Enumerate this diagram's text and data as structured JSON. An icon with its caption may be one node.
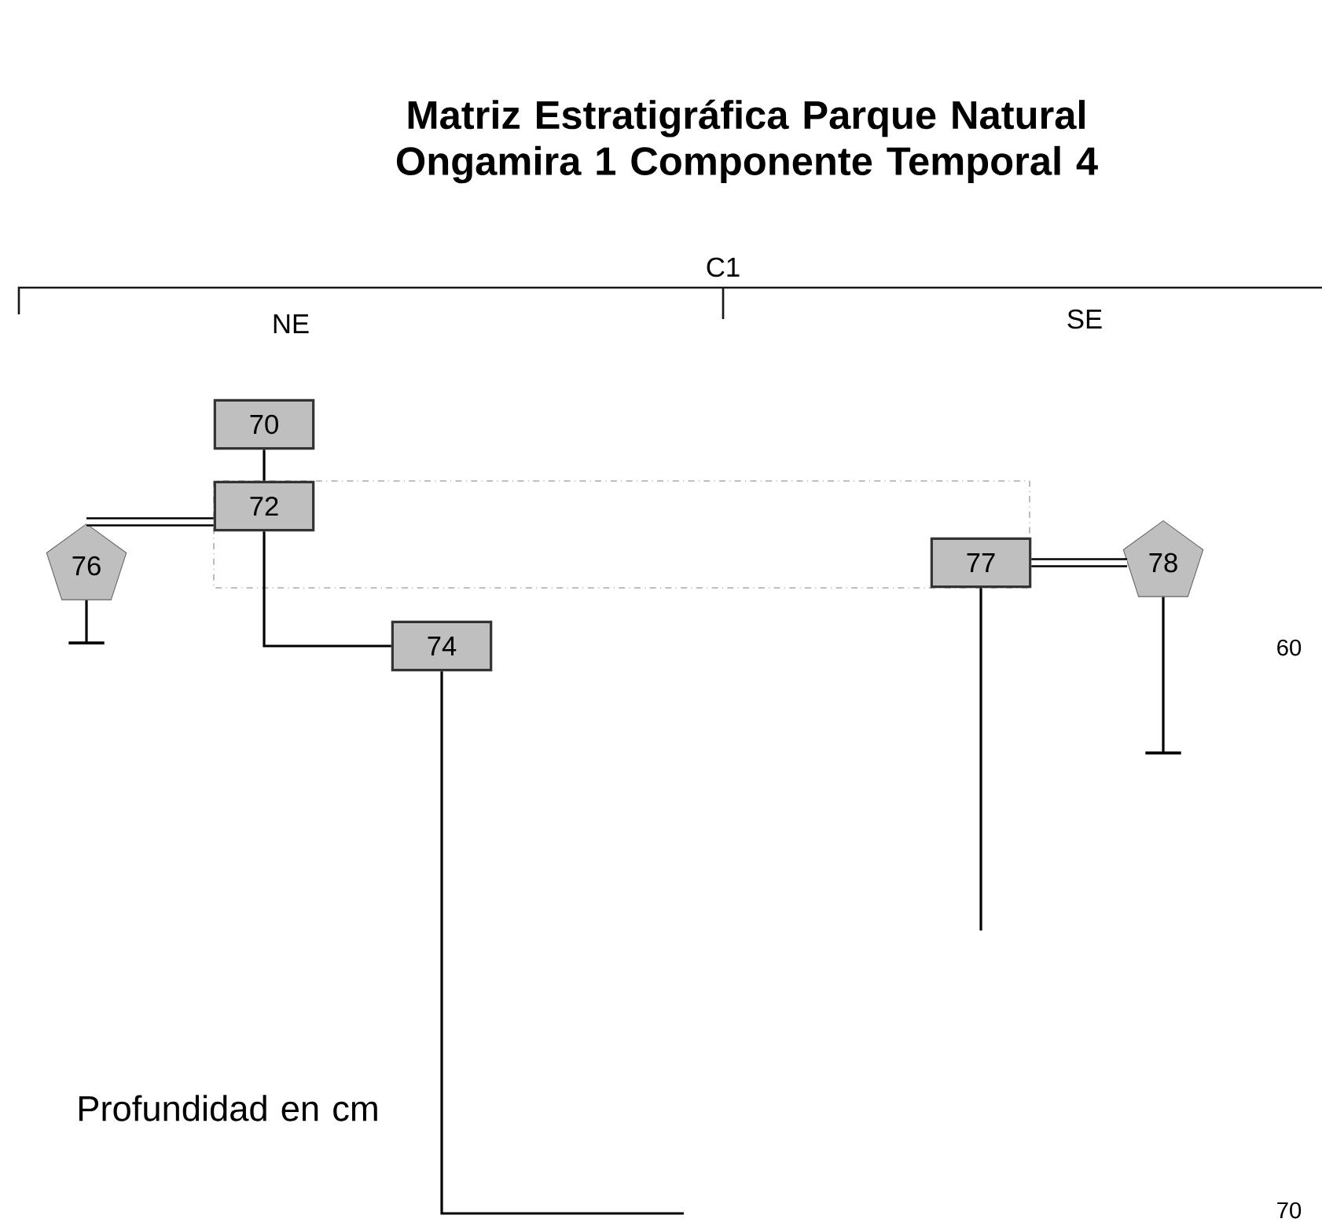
{
  "diagram": {
    "title": "Matriz Estratigráfica Parque Natural Ongamira 1 Componente Temporal 4",
    "nodes": [
      {
        "text": [
          "70"
        ]
      },
      {
        "text": [
          "72"
        ]
      },
      {
        "text": [
          "76"
        ]
      },
      {
        "text": [
          "74"
        ]
      },
      {
        "text": [
          "77"
        ]
      },
      {
        "text": [
          "78"
        ]
      }
    ],
    "edges": [
      {
        "from": 0,
        "to": 1,
        "arrow": "none"
      },
      {
        "from": 1,
        "to": 2,
        "arrow": "none",
        "style": "thick"
      },
      {
        "from": 1,
        "to": 3,
        "arrow": "none"
      },
      {
        "from": 4,
        "to": 5,
        "arrow": "none",
        "style": "thick"
      },
      {
        "from": 2,
        "to": null,
        "arrow": "other"
      },
      {
        "from": 5,
        "to": null,
        "arrow": "other"
      },
      {
        "from": 3,
        "to": null,
        "arrow": "none"
      },
      {
        "from": 4,
        "to": null,
        "arrow": "none"
      }
    ],
    "labels": [
      "C1",
      "NE",
      "SE",
      "60",
      "Profundidad en cm",
      "70"
    ]
  }
}
